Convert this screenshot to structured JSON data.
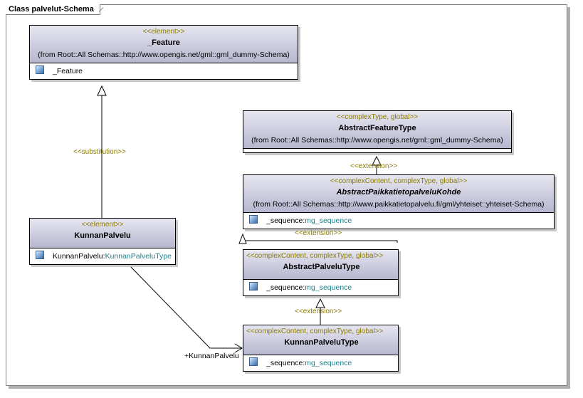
{
  "frame": {
    "title": "Class palvelut-Schema"
  },
  "classes": {
    "feature": {
      "stereotype": "<<element>>",
      "name": "_Feature",
      "from": "(from Root::All Schemas::http://www.opengis.net/gml::gml_dummy-Schema)",
      "attrs": [
        {
          "name": "_Feature",
          "type": ""
        }
      ]
    },
    "abstract_feature_type": {
      "stereotype": "<<complexType, global>>",
      "name": "AbstractFeatureType",
      "from": "(from Root::All Schemas::http://www.opengis.net/gml::gml_dummy-Schema)",
      "attrs": []
    },
    "abstract_paikkatieto": {
      "stereotype": "<<complexContent, complexType, global>>",
      "name": "AbstractPaikkatietopalveluKohde",
      "from": "(from Root::All Schemas::http://www.paikkatietopalvelu.fi/gml/yhteiset::yhteiset-Schema)",
      "attrs": [
        {
          "name": "_sequence:",
          "type": "mg_sequence"
        }
      ]
    },
    "kunnan_palvelu": {
      "stereotype": "<<element>>",
      "name": "KunnanPalvelu",
      "attrs": [
        {
          "name": "KunnanPalvelu:",
          "type": "KunnanPalveluType"
        }
      ]
    },
    "abstract_palvelu_type": {
      "stereotype": "<<complexContent, complexType, global>>",
      "name": "AbstractPalveluType",
      "attrs": [
        {
          "name": "_sequence:",
          "type": "mg_sequence"
        }
      ]
    },
    "kunnan_palvelu_type": {
      "stereotype": "<<complexContent, complexType, global>>",
      "name": "KunnanPalveluType",
      "attrs": [
        {
          "name": "_sequence:",
          "type": "mg_sequence"
        }
      ]
    }
  },
  "relations": {
    "substitution": "<<substitution>>",
    "extension_1": "<<extension>>",
    "extension_2": "<<extension>>",
    "extension_3": "<<extension>>",
    "association_role": "+KunnanPalvelu"
  },
  "colors": {
    "stereotype": "#8a7a00",
    "type_link": "#1d7f8a",
    "header_top": "#e6e6f1",
    "header_bottom": "#b6b6cf"
  },
  "icons": {
    "attribute": "attribute-icon"
  }
}
